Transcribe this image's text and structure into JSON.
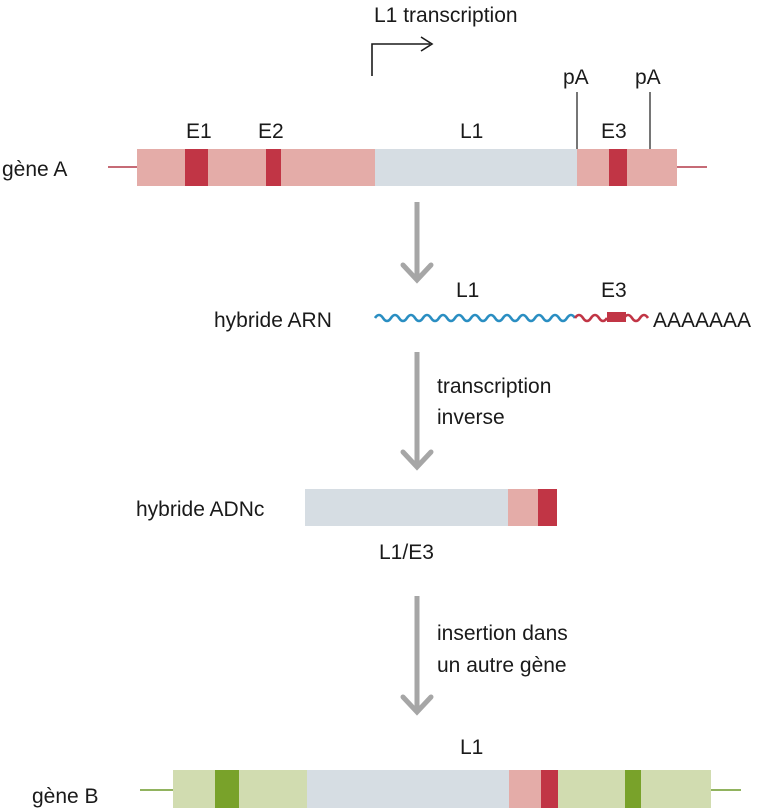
{
  "labels": {
    "l1_transcription": "L1 transcription",
    "pA_1": "pA",
    "pA_2": "pA",
    "gene_a": "gène A",
    "e1": "E1",
    "e2": "E2",
    "l1_gene_a": "L1",
    "e3_gene_a": "E3",
    "hybride_arn": "hybride ARN",
    "l1_rna": "L1",
    "e3_rna": "E3",
    "poly_a": "AAAAAAA",
    "step_reverse_1": "transcription",
    "step_reverse_2": "inverse",
    "hybride_adnc": "hybride ADNc",
    "l1_e3": "L1/E3",
    "step_insert_1": "insertion dans",
    "step_insert_2": "un autre gène",
    "l1_gene_b": "L1",
    "gene_b": "gène B"
  },
  "colors": {
    "exon_light_red": "#e4aca8",
    "exon_dark_red": "#c13545",
    "l1_grey": "#d6dde3",
    "gene_b_light_green": "#d1dcb0",
    "gene_b_dark_green": "#79a22a",
    "rna_blue": "#2a8ec2",
    "arrow_grey": "#a6a6a6",
    "line_red": "#b33a48",
    "line_green": "#6d9a2a"
  }
}
